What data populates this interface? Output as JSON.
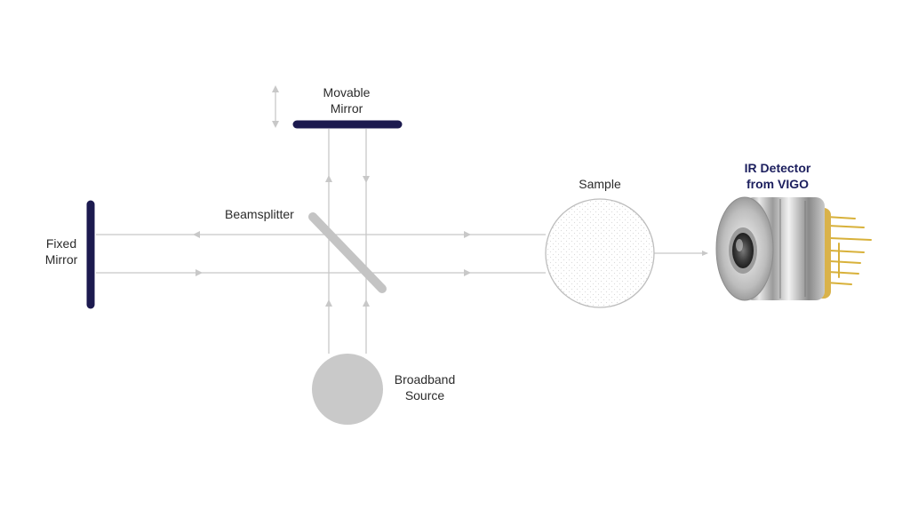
{
  "labels": {
    "movable_mirror_line1": "Movable",
    "movable_mirror_line2": "Mirror",
    "beamsplitter": "Beamsplitter",
    "fixed_mirror_line1": "Fixed",
    "fixed_mirror_line2": "Mirror",
    "sample": "Sample",
    "broadband_source_line1": "Broadband",
    "broadband_source_line2": "Source",
    "detector_line1": "IR Detector",
    "detector_line2": "from VIGO"
  },
  "colors": {
    "mirror": "#1c1a4f",
    "beam": "#c8c8c8",
    "source": "#c9c9c9",
    "detector_title": "#1c1f5e",
    "detector_pins": "#d8b13a"
  },
  "icons": {
    "movement": "double-arrow-vertical-icon",
    "detector": "ir-detector-device-icon"
  }
}
